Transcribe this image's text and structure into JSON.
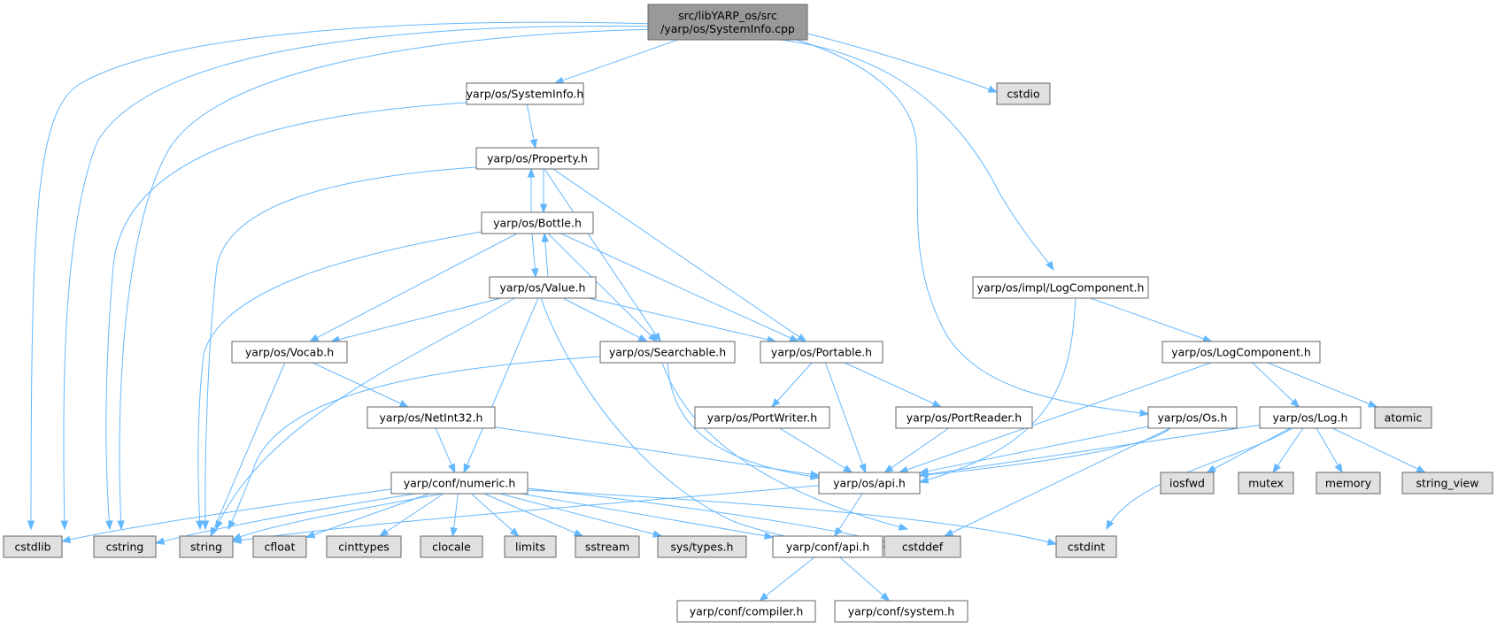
{
  "colors": {
    "root_fill": "#999999",
    "local_fill": "#ffffff",
    "system_fill": "#e0e0e0",
    "border": "#666666",
    "edge": "#63b8ff"
  },
  "nodes": [
    {
      "id": "root",
      "label": [
        "src/libYARP_os/src",
        "/yarp/os/SystemInfo.cpp"
      ],
      "kind": "root"
    },
    {
      "id": "SystemInfo_h",
      "label": [
        "yarp/os/SystemInfo.h"
      ],
      "kind": "local"
    },
    {
      "id": "cstdio",
      "label": [
        "cstdio"
      ],
      "kind": "system"
    },
    {
      "id": "Property_h",
      "label": [
        "yarp/os/Property.h"
      ],
      "kind": "local"
    },
    {
      "id": "Bottle_h",
      "label": [
        "yarp/os/Bottle.h"
      ],
      "kind": "local"
    },
    {
      "id": "Value_h",
      "label": [
        "yarp/os/Value.h"
      ],
      "kind": "local"
    },
    {
      "id": "LogComponentImpl_h",
      "label": [
        "yarp/os/impl/LogComponent.h"
      ],
      "kind": "local"
    },
    {
      "id": "Vocab_h",
      "label": [
        "yarp/os/Vocab.h"
      ],
      "kind": "local"
    },
    {
      "id": "Searchable_h",
      "label": [
        "yarp/os/Searchable.h"
      ],
      "kind": "local"
    },
    {
      "id": "Portable_h",
      "label": [
        "yarp/os/Portable.h"
      ],
      "kind": "local"
    },
    {
      "id": "LogComponent_h",
      "label": [
        "yarp/os/LogComponent.h"
      ],
      "kind": "local"
    },
    {
      "id": "NetInt32_h",
      "label": [
        "yarp/os/NetInt32.h"
      ],
      "kind": "local"
    },
    {
      "id": "PortWriter_h",
      "label": [
        "yarp/os/PortWriter.h"
      ],
      "kind": "local"
    },
    {
      "id": "PortReader_h",
      "label": [
        "yarp/os/PortReader.h"
      ],
      "kind": "local"
    },
    {
      "id": "Os_h",
      "label": [
        "yarp/os/Os.h"
      ],
      "kind": "local"
    },
    {
      "id": "Log_h",
      "label": [
        "yarp/os/Log.h"
      ],
      "kind": "local"
    },
    {
      "id": "atomic",
      "label": [
        "atomic"
      ],
      "kind": "system"
    },
    {
      "id": "numeric_h",
      "label": [
        "yarp/conf/numeric.h"
      ],
      "kind": "local"
    },
    {
      "id": "os_api_h",
      "label": [
        "yarp/os/api.h"
      ],
      "kind": "local"
    },
    {
      "id": "iosfwd",
      "label": [
        "iosfwd"
      ],
      "kind": "system"
    },
    {
      "id": "mutex",
      "label": [
        "mutex"
      ],
      "kind": "system"
    },
    {
      "id": "memory",
      "label": [
        "memory"
      ],
      "kind": "system"
    },
    {
      "id": "string_view",
      "label": [
        "string_view"
      ],
      "kind": "system"
    },
    {
      "id": "cstdlib",
      "label": [
        "cstdlib"
      ],
      "kind": "system"
    },
    {
      "id": "cstring",
      "label": [
        "cstring"
      ],
      "kind": "system"
    },
    {
      "id": "string",
      "label": [
        "string"
      ],
      "kind": "system"
    },
    {
      "id": "cfloat",
      "label": [
        "cfloat"
      ],
      "kind": "system"
    },
    {
      "id": "cinttypes",
      "label": [
        "cinttypes"
      ],
      "kind": "system"
    },
    {
      "id": "clocale",
      "label": [
        "clocale"
      ],
      "kind": "system"
    },
    {
      "id": "limits",
      "label": [
        "limits"
      ],
      "kind": "system"
    },
    {
      "id": "sstream",
      "label": [
        "sstream"
      ],
      "kind": "system"
    },
    {
      "id": "systypes_h",
      "label": [
        "sys/types.h"
      ],
      "kind": "system"
    },
    {
      "id": "conf_api_h",
      "label": [
        "yarp/conf/api.h"
      ],
      "kind": "local"
    },
    {
      "id": "cstddef",
      "label": [
        "cstddef"
      ],
      "kind": "system"
    },
    {
      "id": "cstdint",
      "label": [
        "cstdint"
      ],
      "kind": "system"
    },
    {
      "id": "compiler_h",
      "label": [
        "yarp/conf/compiler.h"
      ],
      "kind": "local"
    },
    {
      "id": "system_h",
      "label": [
        "yarp/conf/system.h"
      ],
      "kind": "local"
    }
  ],
  "edges": [
    [
      "root",
      "SystemInfo_h"
    ],
    [
      "root",
      "cstdio"
    ],
    [
      "root",
      "LogComponentImpl_h"
    ],
    [
      "root",
      "Os_h"
    ],
    [
      "root",
      "cstdlib"
    ],
    [
      "root",
      "cstring"
    ],
    [
      "root",
      "string"
    ],
    [
      "SystemInfo_h",
      "Property_h"
    ],
    [
      "SystemInfo_h",
      "string"
    ],
    [
      "Property_h",
      "Bottle_h"
    ],
    [
      "Property_h",
      "Searchable_h"
    ],
    [
      "Property_h",
      "Portable_h"
    ],
    [
      "Property_h",
      "string"
    ],
    [
      "Bottle_h",
      "Property_h"
    ],
    [
      "Bottle_h",
      "Value_h"
    ],
    [
      "Bottle_h",
      "Vocab_h"
    ],
    [
      "Bottle_h",
      "Searchable_h"
    ],
    [
      "Bottle_h",
      "Portable_h"
    ],
    [
      "Bottle_h",
      "string"
    ],
    [
      "Value_h",
      "Bottle_h"
    ],
    [
      "Value_h",
      "Vocab_h"
    ],
    [
      "Value_h",
      "Searchable_h"
    ],
    [
      "Value_h",
      "Portable_h"
    ],
    [
      "Value_h",
      "numeric_h"
    ],
    [
      "Value_h",
      "string"
    ],
    [
      "Value_h",
      "cstddef"
    ],
    [
      "LogComponentImpl_h",
      "LogComponent_h"
    ],
    [
      "LogComponentImpl_h",
      "os_api_h"
    ],
    [
      "Vocab_h",
      "NetInt32_h"
    ],
    [
      "Vocab_h",
      "string"
    ],
    [
      "Searchable_h",
      "os_api_h"
    ],
    [
      "Searchable_h",
      "string"
    ],
    [
      "Searchable_h",
      "cstddef"
    ],
    [
      "Portable_h",
      "PortWriter_h"
    ],
    [
      "Portable_h",
      "PortReader_h"
    ],
    [
      "Portable_h",
      "os_api_h"
    ],
    [
      "LogComponent_h",
      "Log_h"
    ],
    [
      "LogComponent_h",
      "atomic"
    ],
    [
      "LogComponent_h",
      "os_api_h"
    ],
    [
      "NetInt32_h",
      "numeric_h"
    ],
    [
      "NetInt32_h",
      "os_api_h"
    ],
    [
      "PortWriter_h",
      "os_api_h"
    ],
    [
      "PortReader_h",
      "os_api_h"
    ],
    [
      "Os_h",
      "os_api_h"
    ],
    [
      "Os_h",
      "string"
    ],
    [
      "Os_h",
      "cstddef"
    ],
    [
      "Log_h",
      "os_api_h"
    ],
    [
      "Log_h",
      "iosfwd"
    ],
    [
      "Log_h",
      "mutex"
    ],
    [
      "Log_h",
      "memory"
    ],
    [
      "Log_h",
      "string_view"
    ],
    [
      "Log_h",
      "cstdint"
    ],
    [
      "numeric_h",
      "cstdlib"
    ],
    [
      "numeric_h",
      "cstring"
    ],
    [
      "numeric_h",
      "string"
    ],
    [
      "numeric_h",
      "cfloat"
    ],
    [
      "numeric_h",
      "cinttypes"
    ],
    [
      "numeric_h",
      "clocale"
    ],
    [
      "numeric_h",
      "limits"
    ],
    [
      "numeric_h",
      "sstream"
    ],
    [
      "numeric_h",
      "systypes_h"
    ],
    [
      "numeric_h",
      "conf_api_h"
    ],
    [
      "numeric_h",
      "cstddef"
    ],
    [
      "numeric_h",
      "cstdint"
    ],
    [
      "os_api_h",
      "conf_api_h"
    ],
    [
      "conf_api_h",
      "compiler_h"
    ],
    [
      "conf_api_h",
      "system_h"
    ]
  ]
}
